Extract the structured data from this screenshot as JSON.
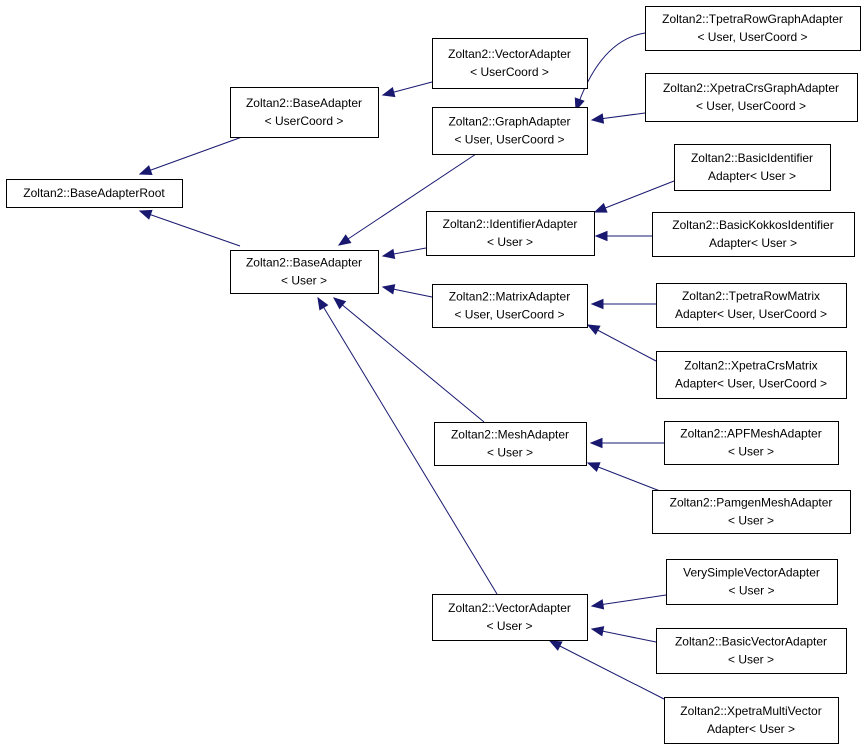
{
  "nodes": [
    {
      "id": "root",
      "lines": [
        "Zoltan2::BaseAdapterRoot"
      ]
    },
    {
      "id": "base_uc",
      "lines": [
        "Zoltan2::BaseAdapter",
        "< UserCoord >"
      ]
    },
    {
      "id": "base_u",
      "lines": [
        "Zoltan2::BaseAdapter",
        "< User >"
      ]
    },
    {
      "id": "vec_uc",
      "lines": [
        "Zoltan2::VectorAdapter",
        "< UserCoord >"
      ]
    },
    {
      "id": "graph",
      "lines": [
        "Zoltan2::GraphAdapter",
        "< User, UserCoord >"
      ]
    },
    {
      "id": "ident",
      "lines": [
        "Zoltan2::IdentifierAdapter",
        "< User >"
      ]
    },
    {
      "id": "matrix",
      "lines": [
        "Zoltan2::MatrixAdapter",
        "< User, UserCoord >"
      ]
    },
    {
      "id": "mesh",
      "lines": [
        "Zoltan2::MeshAdapter",
        "< User >"
      ]
    },
    {
      "id": "vec_u",
      "lines": [
        "Zoltan2::VectorAdapter",
        "< User >"
      ]
    },
    {
      "id": "tpetra_graph",
      "lines": [
        "Zoltan2::TpetraRowGraphAdapter",
        "< User, UserCoord >"
      ]
    },
    {
      "id": "xpetra_graph",
      "lines": [
        "Zoltan2::XpetraCrsGraphAdapter",
        "< User, UserCoord >"
      ]
    },
    {
      "id": "basic_ident",
      "lines": [
        "Zoltan2::BasicIdentifier",
        "Adapter< User >"
      ]
    },
    {
      "id": "kokkos_ident",
      "lines": [
        "Zoltan2::BasicKokkosIdentifier",
        "Adapter< User >"
      ]
    },
    {
      "id": "tpetra_matrix",
      "lines": [
        "Zoltan2::TpetraRowMatrix",
        "Adapter< User, UserCoord >"
      ]
    },
    {
      "id": "xpetra_matrix",
      "lines": [
        "Zoltan2::XpetraCrsMatrix",
        "Adapter< User, UserCoord >"
      ]
    },
    {
      "id": "apf_mesh",
      "lines": [
        "Zoltan2::APFMeshAdapter",
        "< User >"
      ]
    },
    {
      "id": "pamgen_mesh",
      "lines": [
        "Zoltan2::PamgenMeshAdapter",
        "< User >"
      ]
    },
    {
      "id": "very_simple",
      "lines": [
        "VerySimpleVectorAdapter",
        "< User >"
      ]
    },
    {
      "id": "basic_vector",
      "lines": [
        "Zoltan2::BasicVectorAdapter",
        "< User >"
      ]
    },
    {
      "id": "xpetra_multi",
      "lines": [
        "Zoltan2::XpetraMultiVector",
        "Adapter< User >"
      ]
    }
  ],
  "edges": [
    {
      "from": "base_uc",
      "to": "root"
    },
    {
      "from": "base_u",
      "to": "root"
    },
    {
      "from": "vec_uc",
      "to": "base_uc"
    },
    {
      "from": "graph",
      "to": "base_u"
    },
    {
      "from": "ident",
      "to": "base_u"
    },
    {
      "from": "matrix",
      "to": "base_u"
    },
    {
      "from": "mesh",
      "to": "base_u"
    },
    {
      "from": "vec_u",
      "to": "base_u"
    },
    {
      "from": "tpetra_graph",
      "to": "graph"
    },
    {
      "from": "xpetra_graph",
      "to": "graph"
    },
    {
      "from": "basic_ident",
      "to": "ident"
    },
    {
      "from": "kokkos_ident",
      "to": "ident"
    },
    {
      "from": "tpetra_matrix",
      "to": "matrix"
    },
    {
      "from": "xpetra_matrix",
      "to": "matrix"
    },
    {
      "from": "apf_mesh",
      "to": "mesh"
    },
    {
      "from": "pamgen_mesh",
      "to": "mesh"
    },
    {
      "from": "very_simple",
      "to": "vec_u"
    },
    {
      "from": "basic_vector",
      "to": "vec_u"
    },
    {
      "from": "xpetra_multi",
      "to": "vec_u"
    }
  ],
  "colors": {
    "edge": "#191970",
    "box_border": "#000000",
    "box_fill": "#ffffff",
    "text": "#000000"
  }
}
